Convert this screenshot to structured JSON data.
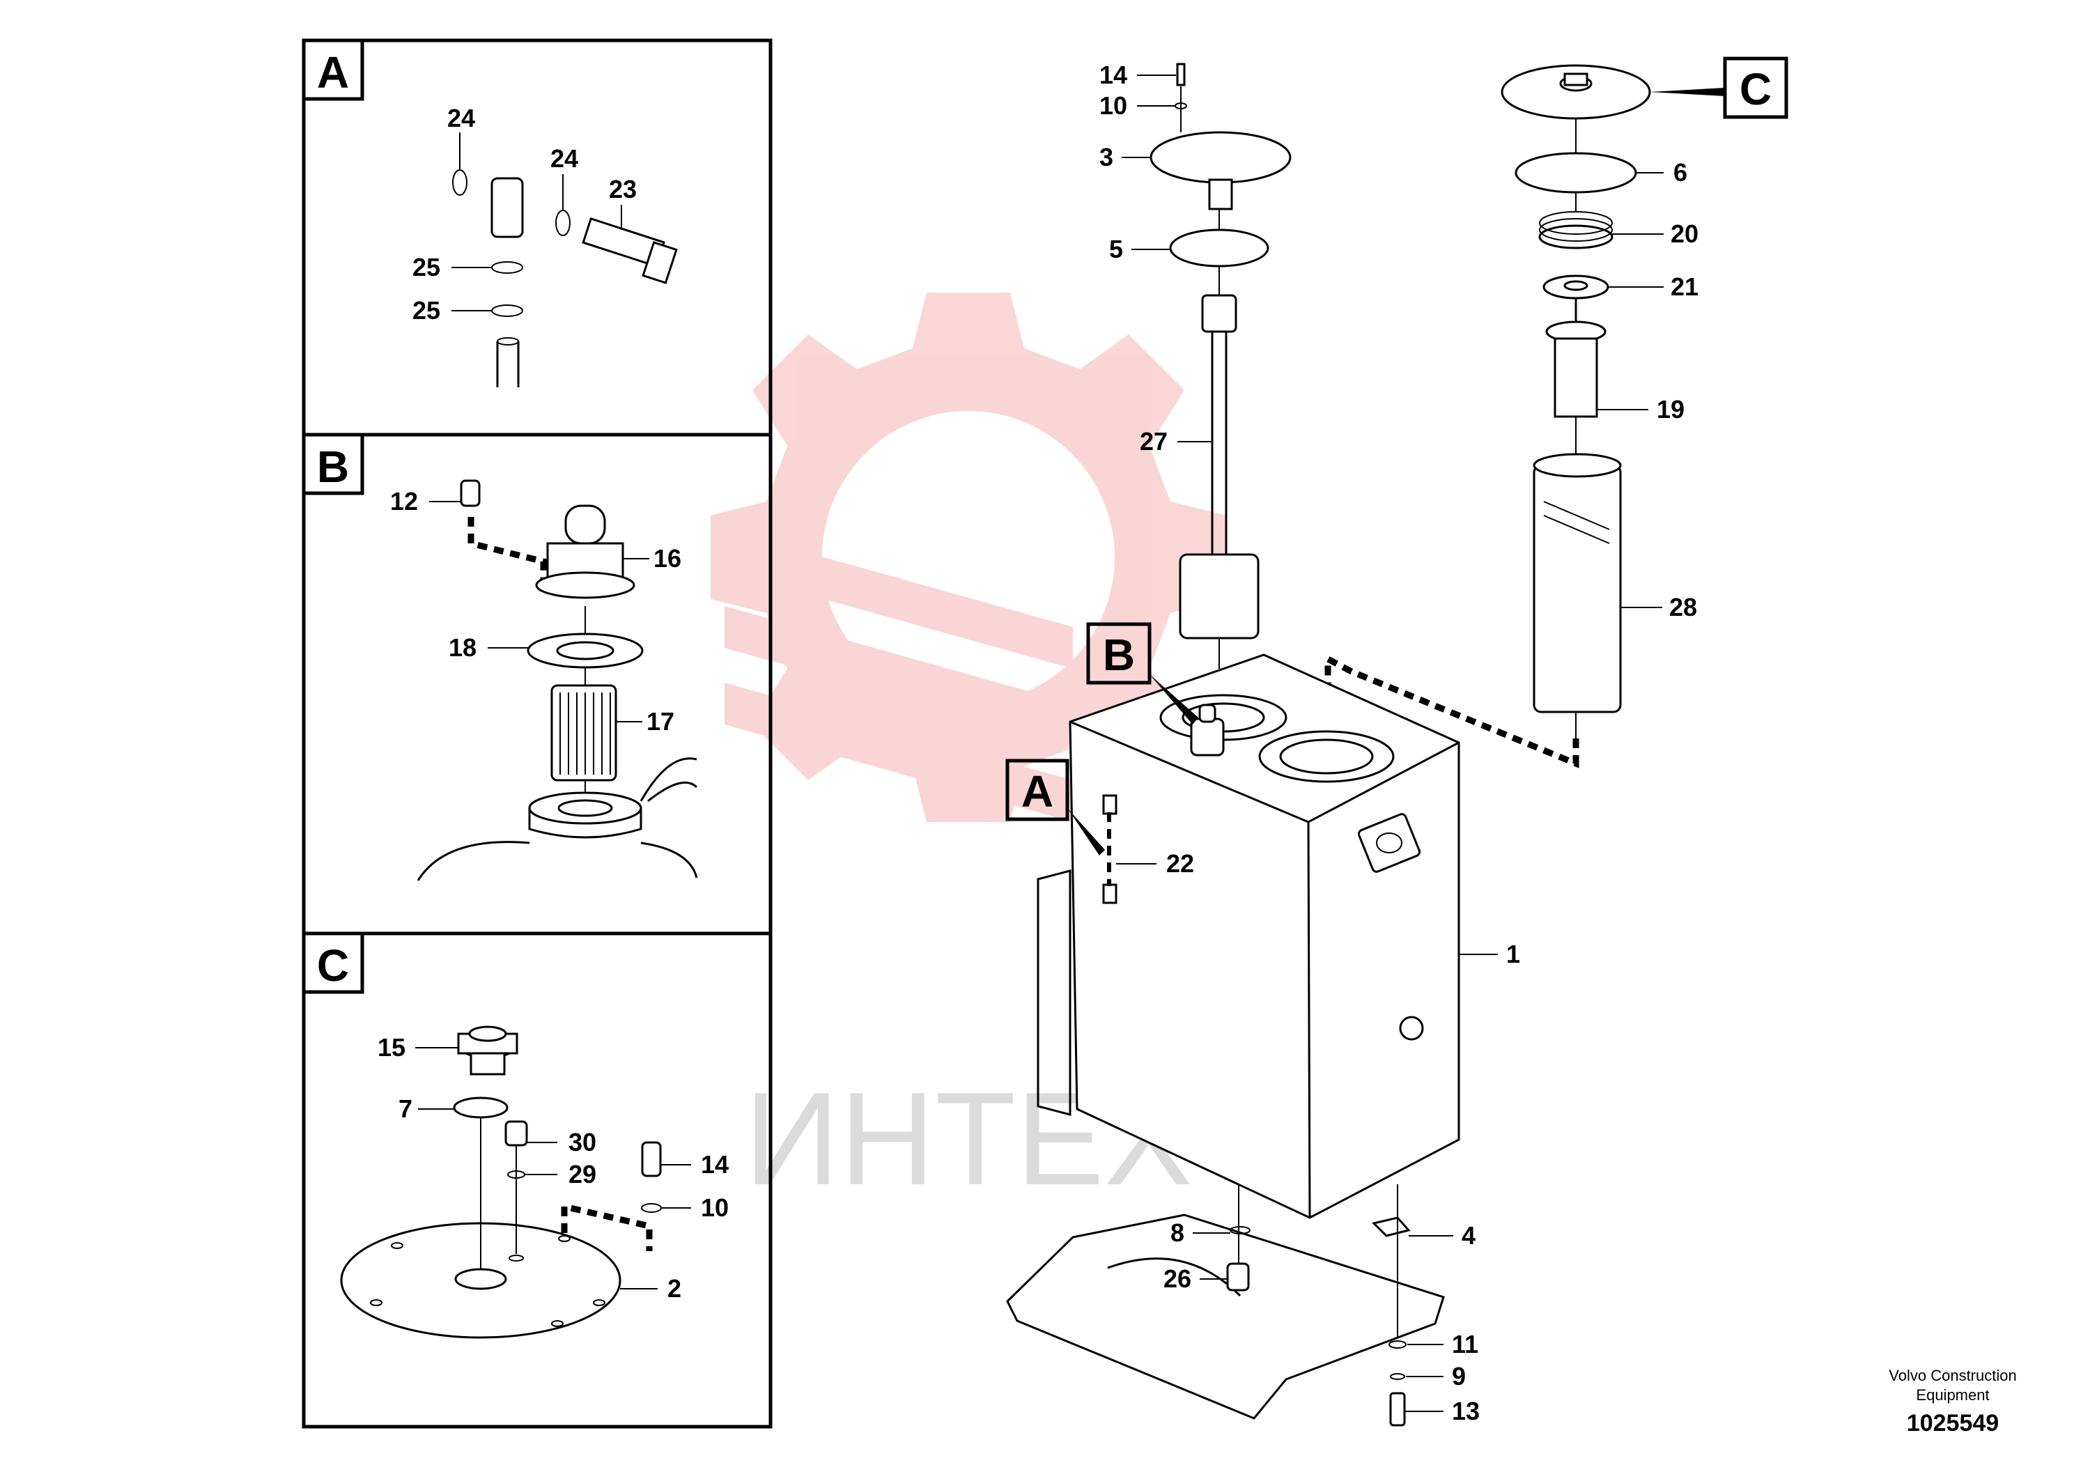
{
  "panels": [
    {
      "letter": "A"
    },
    {
      "letter": "B"
    },
    {
      "letter": "C"
    }
  ],
  "view_markers": [
    "A",
    "B",
    "C"
  ],
  "callouts": {
    "c24a": "24",
    "c24b": "24",
    "c23": "23",
    "c25a": "25",
    "c25b": "25",
    "c12": "12",
    "c16": "16",
    "c18": "18",
    "c17": "17",
    "c15": "15",
    "c7": "7",
    "c30": "30",
    "c29": "29",
    "c14c": "14",
    "c10c": "10",
    "c2": "2",
    "c14": "14",
    "c10": "10",
    "c3": "3",
    "c5": "5",
    "c27": "27",
    "c6": "6",
    "c20": "20",
    "c21": "21",
    "c19": "19",
    "c28": "28",
    "c22": "22",
    "c1": "1",
    "c8": "8",
    "c26": "26",
    "c4": "4",
    "c11": "11",
    "c9": "9",
    "c13": "13"
  },
  "watermark": {
    "text": "ИНТЕХ",
    "color": "#e8454a"
  },
  "footer": {
    "company_line1": "Volvo Construction",
    "company_line2": "Equipment",
    "document_number": "1025549"
  }
}
